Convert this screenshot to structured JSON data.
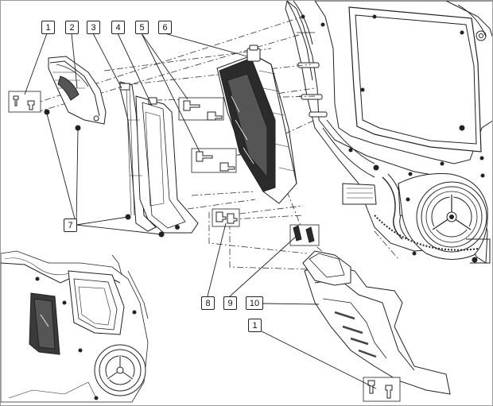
{
  "callouts": [
    {
      "id": "c1",
      "label": "1"
    },
    {
      "id": "c2",
      "label": "2"
    },
    {
      "id": "c3",
      "label": "3"
    },
    {
      "id": "c4",
      "label": "4"
    },
    {
      "id": "c5",
      "label": "5"
    },
    {
      "id": "c6",
      "label": "6"
    },
    {
      "id": "c7",
      "label": "7"
    },
    {
      "id": "c8",
      "label": "8"
    },
    {
      "id": "c9",
      "label": "9"
    },
    {
      "id": "c10",
      "label": "10"
    },
    {
      "id": "c1b",
      "label": "1"
    }
  ],
  "colors": {
    "line": "#222222",
    "shade": "#555555",
    "fill": "#ffffff",
    "dark": "#2b2b2b"
  }
}
